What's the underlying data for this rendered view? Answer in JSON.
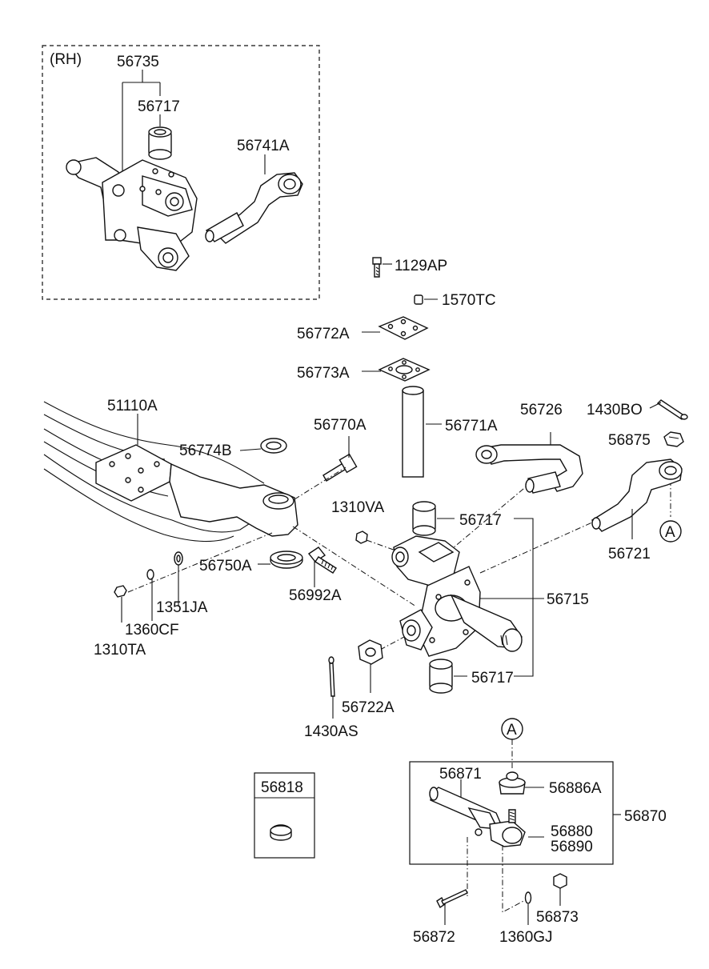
{
  "rh_label": "(RH)",
  "ref_marker": "A",
  "parts": {
    "p56735": "56735",
    "p56717_rh": "56717",
    "p56741A": "56741A",
    "p1129AP": "1129AP",
    "p1570TC": "1570TC",
    "p56772A": "56772A",
    "p56773A": "56773A",
    "p51110A": "51110A",
    "p56770A": "56770A",
    "p56774B": "56774B",
    "p56771A": "56771A",
    "p56726": "56726",
    "p1430BO": "1430BO",
    "p56875": "56875",
    "p1310VA": "1310VA",
    "p56717_top": "56717",
    "p56721": "56721",
    "p56750A": "56750A",
    "p56992A": "56992A",
    "p56715": "56715",
    "p1351JA": "1351JA",
    "p1360CF": "1360CF",
    "p1310TA": "1310TA",
    "p56717_bot": "56717",
    "p56722A": "56722A",
    "p1430AS": "1430AS",
    "p56818": "56818",
    "p56871": "56871",
    "p56886A": "56886A",
    "p56870": "56870",
    "p56880": "56880",
    "p56890": "56890",
    "p56872": "56872",
    "p56873": "56873",
    "p1360GJ": "1360GJ"
  }
}
